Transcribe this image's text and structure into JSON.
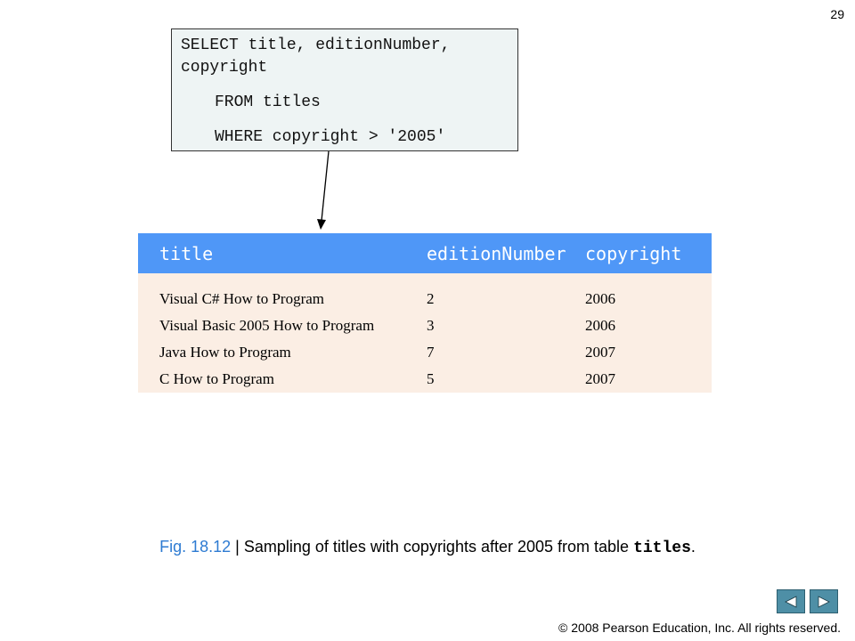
{
  "page_number": "29",
  "sql": {
    "line1": "SELECT title, editionNumber,",
    "line2": "copyright",
    "line3": "FROM titles",
    "line4": "WHERE copyright > '2005'"
  },
  "table": {
    "headers": [
      "title",
      "editionNumber",
      "copyright"
    ],
    "rows": [
      [
        "Visual C# How to Program",
        "2",
        "2006"
      ],
      [
        "Visual Basic 2005 How to Program",
        "3",
        "2006"
      ],
      [
        "Java How to Program",
        "7",
        "2007"
      ],
      [
        "C How to Program",
        "5",
        "2007"
      ]
    ]
  },
  "caption": {
    "fig_label": "Fig. 18.12",
    "separator": " | ",
    "text": "Sampling of titles with copyrights after 2005 from table ",
    "mono": "titles",
    "end": "."
  },
  "nav": {
    "prev_icon": "triangle-left-icon",
    "next_icon": "triangle-right-icon"
  },
  "footer": {
    "copyright_symbol": "©",
    "text": " 2008 Pearson Education, Inc.  All rights reserved."
  },
  "colors": {
    "header_bg": "#4f97f7",
    "row_bg": "#fbeee4",
    "fig_label": "#2e7bd2",
    "nav_button": "#4e8fa6"
  }
}
